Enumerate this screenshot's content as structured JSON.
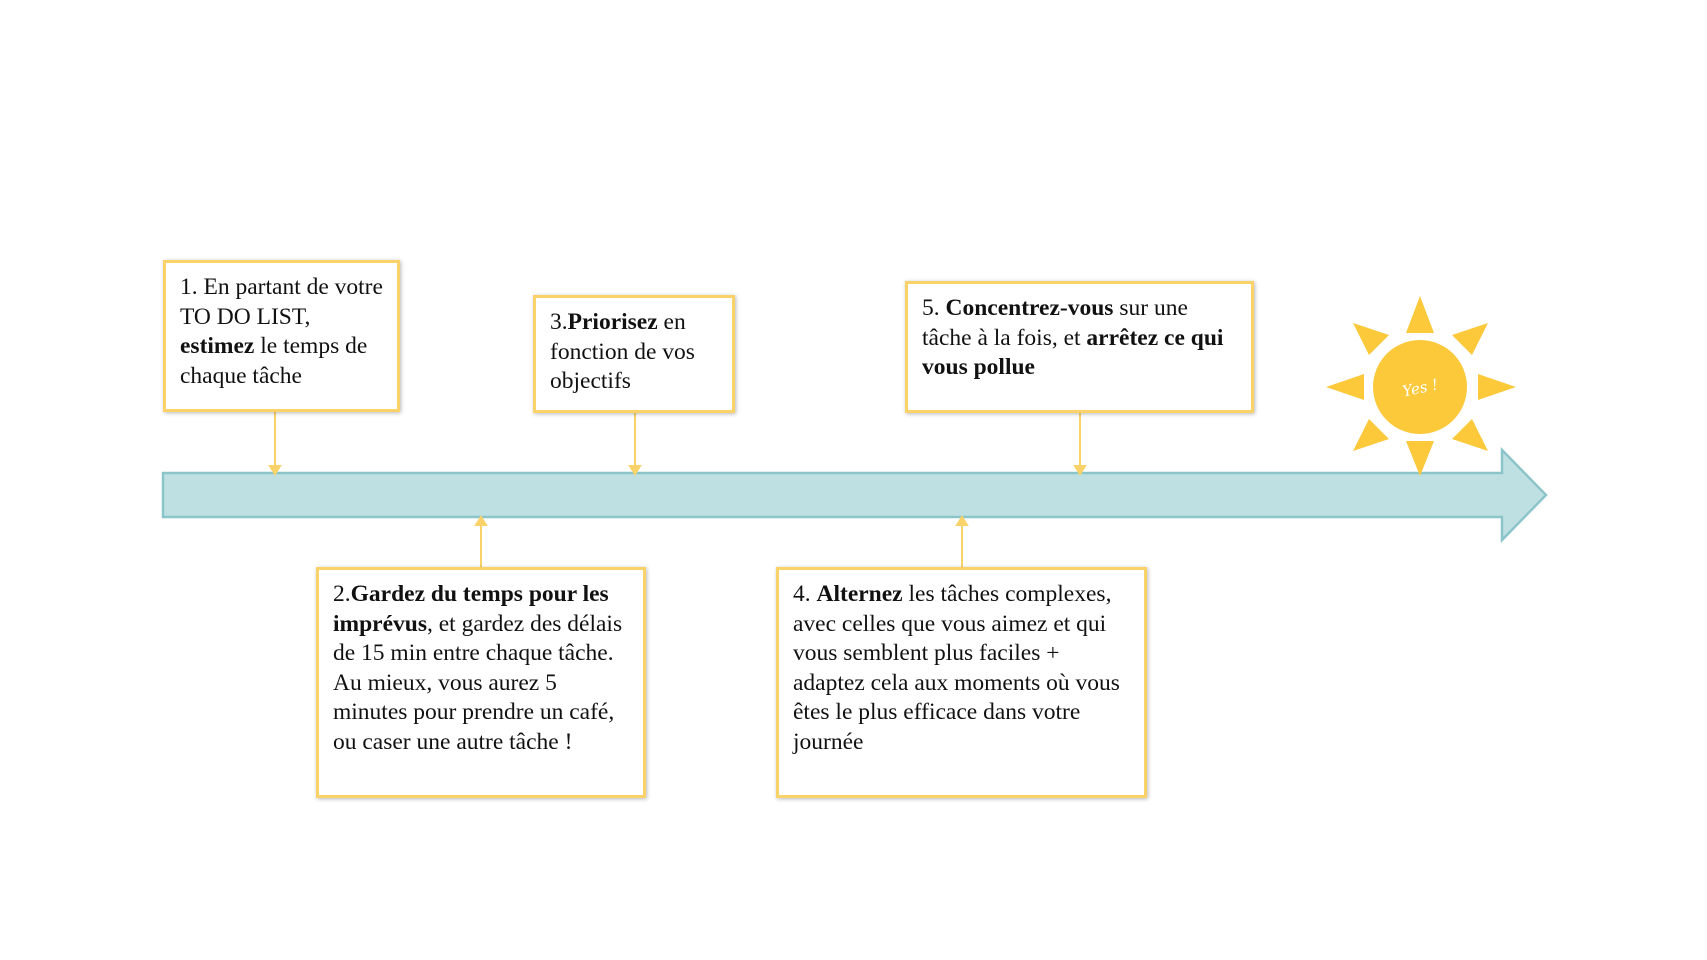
{
  "steps": [
    {
      "number": "1.",
      "before": " En partant de votre TO DO LIST, ",
      "bold": "estimez",
      "after": " le temps de chaque tâche"
    },
    {
      "number": "2.",
      "before": "",
      "bold": "Gardez du temps pour les imprévus",
      "after": ", et gardez des délais de 15 min entre chaque tâche. Au mieux, vous aurez 5 minutes pour prendre un café, ou caser une autre tâche !"
    },
    {
      "number": "3.",
      "before": "",
      "bold": "Priorisez",
      "after": " en fonction de vos objectifs"
    },
    {
      "number": "4.",
      "before": " ",
      "bold": "Alternez",
      "after": " les tâches complexes, avec celles que vous aimez et qui vous semblent plus faciles + adaptez cela aux moments où vous êtes le plus efficace dans votre journée"
    },
    {
      "number": "5.",
      "before": " ",
      "bold": "Concentrez-vous",
      "after": " sur une tâche à la fois, et ",
      "bold2": "arrêtez ce qui vous pollue"
    }
  ],
  "sun": {
    "label": "Yes !",
    "color": "#fbc93a"
  },
  "colors": {
    "arrow_fill": "#bfe0e2",
    "arrow_stroke": "#8cc5c9",
    "connector": "#f9d26a",
    "box_border": "#f9d26a"
  }
}
